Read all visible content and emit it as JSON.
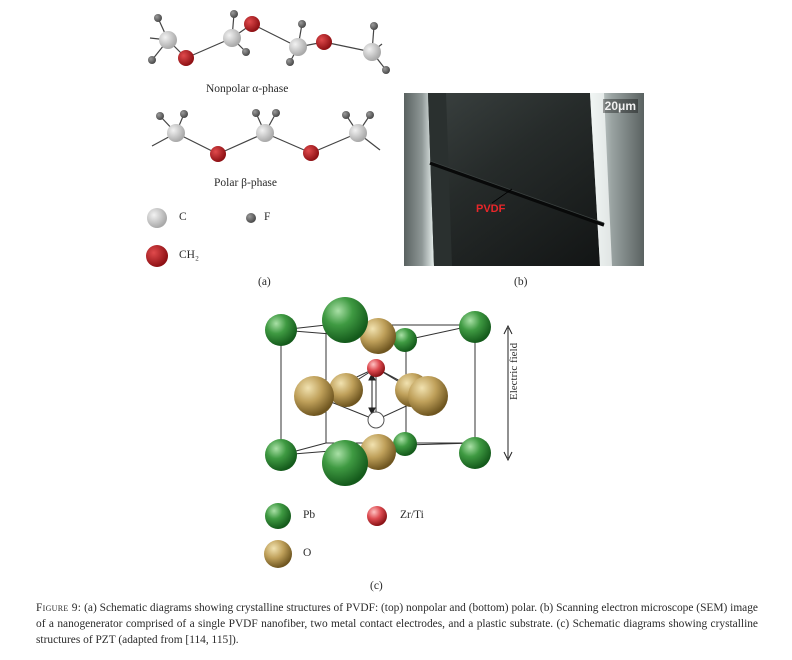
{
  "panel_a": {
    "alpha_label": "Nonpolar α-phase",
    "beta_label": "Polar β-phase",
    "legend": [
      {
        "symbol": "C",
        "color": "#c8c8c8"
      },
      {
        "symbol": "F",
        "color": "#6e6e6e"
      },
      {
        "symbol": "CH₂",
        "color": "#b5191c"
      }
    ],
    "panel_label": "(a)"
  },
  "panel_b": {
    "in_image_label": "PVDF",
    "scale_bar": "20μm",
    "panel_label": "(b)"
  },
  "panel_c": {
    "axis_label": "Electric field",
    "legend": [
      {
        "symbol": "Pb",
        "color": "#2f8f3a"
      },
      {
        "symbol": "Zr/Ti",
        "color": "#d9474d"
      },
      {
        "symbol": "O",
        "color": "#b89a55"
      }
    ],
    "panel_label": "(c)"
  },
  "caption": {
    "figure": "Figure 9:",
    "text": "(a) Schematic diagrams showing crystalline structures of PVDF: (top) nonpolar and (bottom) polar. (b) Scanning electron microscope (SEM) image of a nanogenerator comprised of a single PVDF nanofiber, two metal contact electrodes, and a plastic substrate. (c) Schematic diagrams showing crystalline structures of PZT (adapted from [114, 115])."
  }
}
